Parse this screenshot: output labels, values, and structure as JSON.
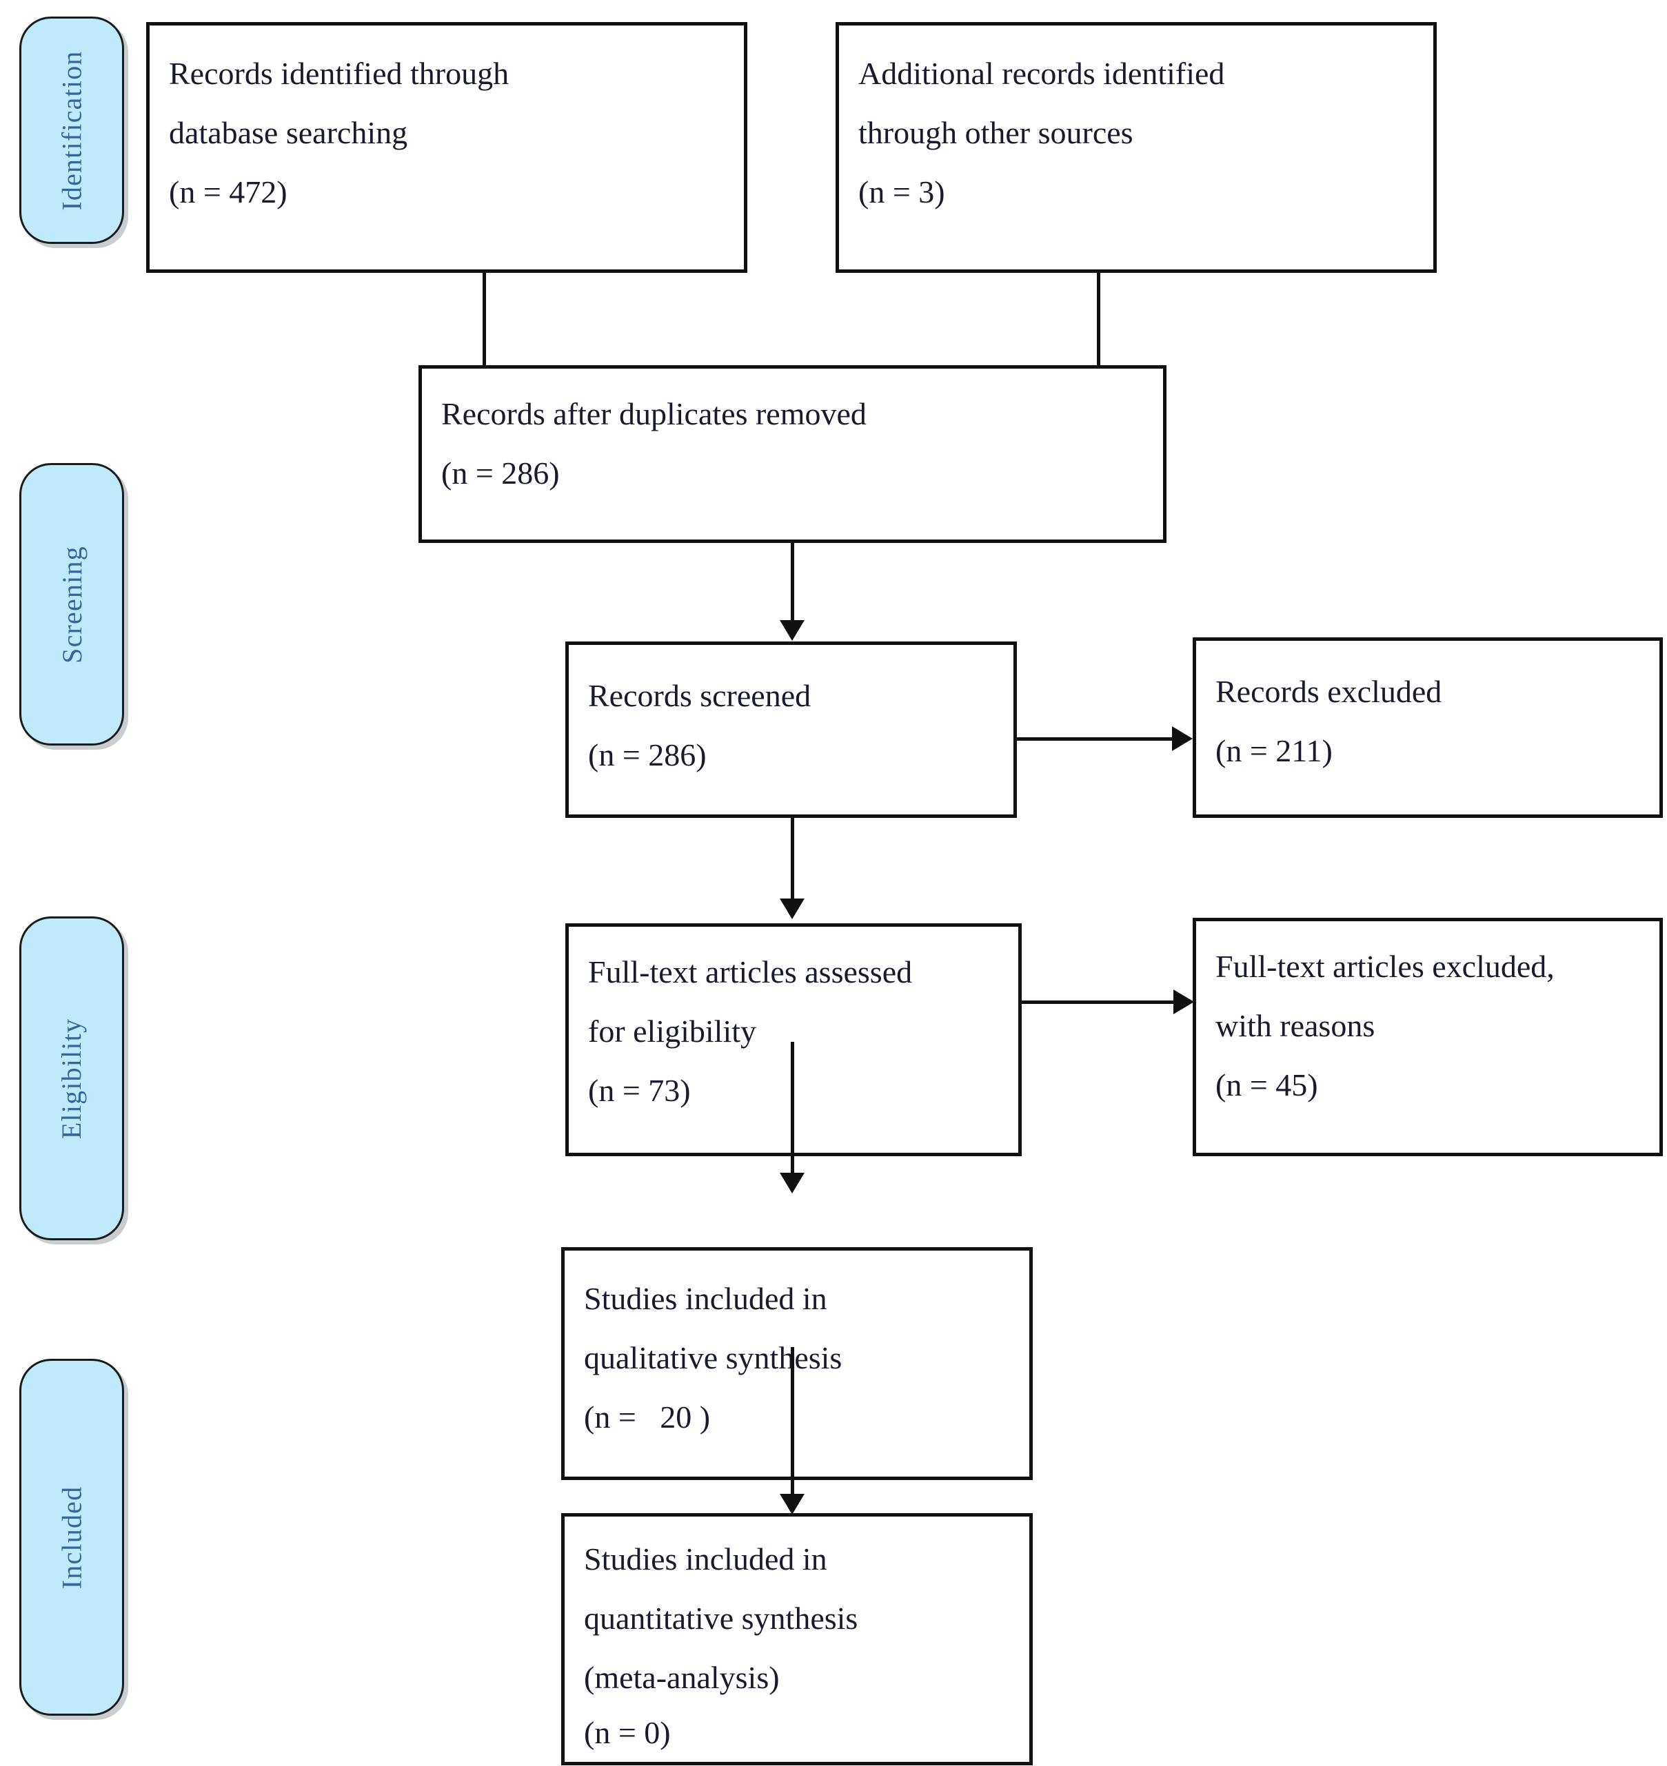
{
  "diagram": {
    "title": "PRISMA flow diagram",
    "colors": {
      "stage_fill": "#bfeafc",
      "stage_text": "#33669e",
      "box_border": "#111111",
      "box_text": "#1a1a2e",
      "background": "#ffffff"
    }
  },
  "stages": [
    {
      "id": "identification",
      "label": "Identification"
    },
    {
      "id": "screening",
      "label": "Screening"
    },
    {
      "id": "eligibility",
      "label": "Eligibility"
    },
    {
      "id": "included",
      "label": "Included"
    }
  ],
  "boxes": {
    "identified_database": {
      "line1": "Records identified through",
      "line2": "database searching",
      "count": "(n = 472)"
    },
    "identified_other": {
      "line1": "Additional records identified",
      "line2": "through other sources",
      "count": "(n = 3)"
    },
    "after_duplicates": {
      "line1": "Records after duplicates removed",
      "count": "(n = 286)"
    },
    "records_screened": {
      "line1": "Records screened",
      "count": "(n = 286)"
    },
    "records_excluded": {
      "line1": "Records excluded",
      "count": "(n = 211)"
    },
    "fulltext_assessed": {
      "line1": "Full-text articles assessed",
      "line2": "for eligibility",
      "count": "(n = 73)"
    },
    "fulltext_excluded": {
      "line1": "Full-text articles excluded,",
      "line2": "with reasons",
      "count": "(n = 45)"
    },
    "qualitative": {
      "line1": "Studies included in",
      "line2": "qualitative synthesis",
      "count": "(n =   20 )"
    },
    "quantitative": {
      "line1": "Studies included in",
      "line2": "quantitative synthesis",
      "line3": "(meta-analysis)",
      "count": "(n = 0)"
    }
  },
  "chart_data": {
    "type": "diagram",
    "title": "PRISMA flow diagram",
    "nodes": [
      {
        "id": "identified_database",
        "stage": "Identification",
        "label": "Records identified through database searching",
        "n": 472
      },
      {
        "id": "identified_other",
        "stage": "Identification",
        "label": "Additional records identified through other sources",
        "n": 3
      },
      {
        "id": "after_duplicates",
        "stage": "Screening",
        "label": "Records after duplicates removed",
        "n": 286
      },
      {
        "id": "records_screened",
        "stage": "Screening",
        "label": "Records screened",
        "n": 286
      },
      {
        "id": "records_excluded",
        "stage": "Screening",
        "label": "Records excluded",
        "n": 211
      },
      {
        "id": "fulltext_assessed",
        "stage": "Eligibility",
        "label": "Full-text articles assessed for eligibility",
        "n": 73
      },
      {
        "id": "fulltext_excluded",
        "stage": "Eligibility",
        "label": "Full-text articles excluded, with reasons",
        "n": 45
      },
      {
        "id": "qualitative",
        "stage": "Included",
        "label": "Studies included in qualitative synthesis",
        "n": 20
      },
      {
        "id": "quantitative",
        "stage": "Included",
        "label": "Studies included in quantitative synthesis (meta-analysis)",
        "n": 0
      }
    ],
    "edges": [
      {
        "from": "identified_database",
        "to": "after_duplicates"
      },
      {
        "from": "identified_other",
        "to": "after_duplicates"
      },
      {
        "from": "after_duplicates",
        "to": "records_screened"
      },
      {
        "from": "records_screened",
        "to": "records_excluded"
      },
      {
        "from": "records_screened",
        "to": "fulltext_assessed"
      },
      {
        "from": "fulltext_assessed",
        "to": "fulltext_excluded"
      },
      {
        "from": "fulltext_assessed",
        "to": "qualitative"
      },
      {
        "from": "qualitative",
        "to": "quantitative"
      }
    ]
  }
}
